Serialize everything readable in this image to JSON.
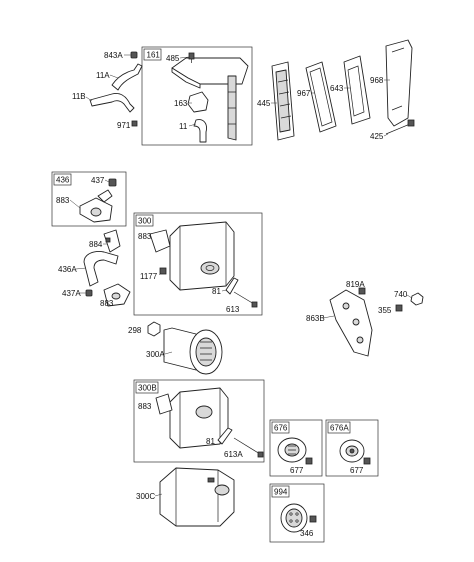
{
  "diagram": {
    "group_tags": {
      "g161": "161",
      "g436": "436",
      "g300": "300",
      "g300B": "300B",
      "g676": "676",
      "g676A": "676A",
      "g994": "994"
    },
    "labels": {
      "p843A": "843A",
      "p485": "485",
      "p11A": "11A",
      "p11B": "11B",
      "p971": "971",
      "p163": "163",
      "p11": "11",
      "p445": "445",
      "p967": "967",
      "p643": "643",
      "p968": "968",
      "p425": "425",
      "p437": "437",
      "p883a": "883",
      "p884": "884",
      "p436A": "436A",
      "p437A": "437A",
      "p883b": "883",
      "p883c": "883",
      "p1177": "1177",
      "p81a": "81",
      "p613": "613",
      "p819A": "819A",
      "p740": "740",
      "p355": "355",
      "p863B": "863B",
      "p298": "298",
      "p300A": "300A",
      "p883d": "883",
      "p81b": "81",
      "p613A": "613A",
      "p677a": "677",
      "p677b": "677",
      "p300C": "300C",
      "p346": "346"
    }
  }
}
